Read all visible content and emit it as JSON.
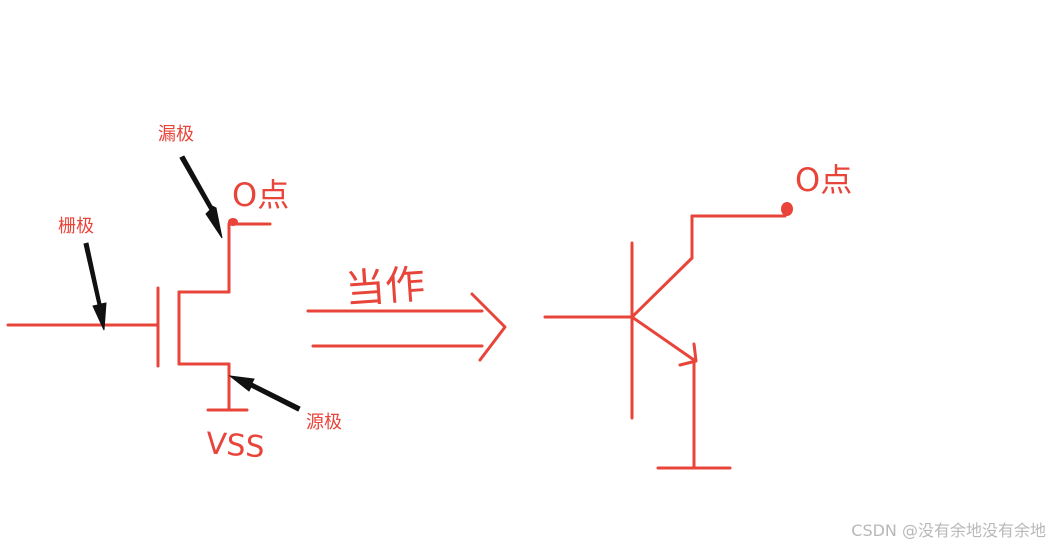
{
  "labels": {
    "drain": "漏极",
    "gate": "栅极",
    "source": "源极",
    "vss": "VSS",
    "o_point_left": "O点",
    "o_point_right": "O点",
    "treat_as": "当作"
  },
  "watermark": "CSDN @没有余地没有余地",
  "colors": {
    "wire": "#e8443a",
    "label": "#e8443a",
    "arrow": "#111111",
    "watermark": "#b8b8b8"
  }
}
